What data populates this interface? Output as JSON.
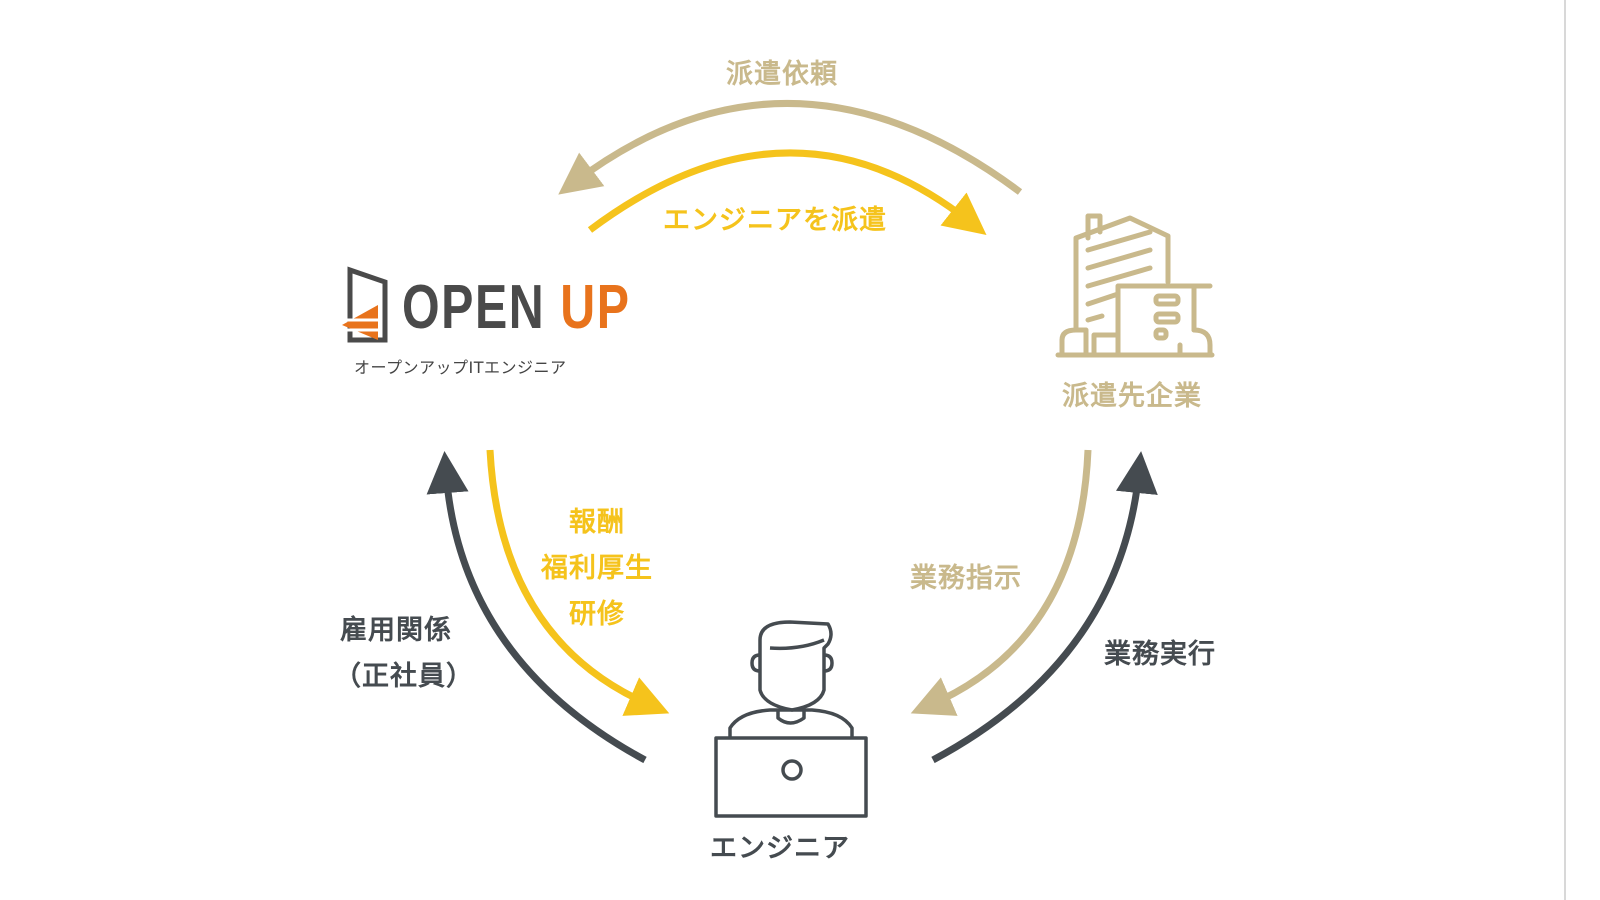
{
  "colors": {
    "tan": "#c9b98c",
    "yellow": "#f5c31c",
    "dark": "#454b50",
    "orange": "#e8731c"
  },
  "logo": {
    "brand_part1": "OPEN ",
    "brand_part2": "UP",
    "subtitle": "オープンアップITエンジニア"
  },
  "nodes": {
    "company": "派遣先企業",
    "engineer": "エンジニア"
  },
  "arrows": {
    "dispatch_request": "派遣依頼",
    "dispatch_engineer": "エンジニアを派遣",
    "benefits": [
      "報酬",
      "福利厚生",
      "研修"
    ],
    "employment": [
      "雇用関係",
      "（正社員）"
    ],
    "work_instruction": "業務指示",
    "work_execution": "業務実行"
  }
}
